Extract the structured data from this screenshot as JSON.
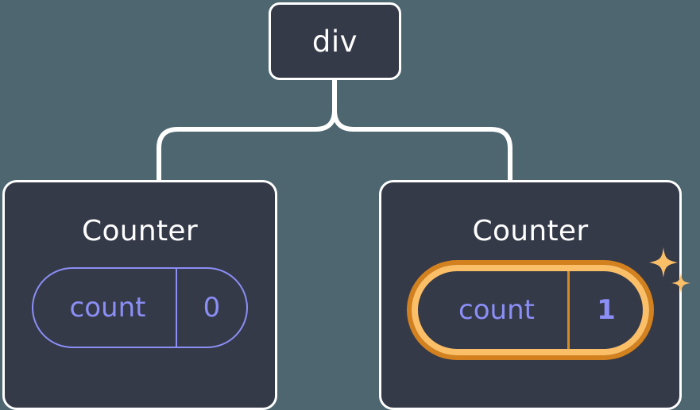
{
  "diagram": {
    "type": "component-tree",
    "title": "React component tree with highlighted state update",
    "background_color": "#4d6670",
    "node_fill_color": "#353a49",
    "node_border_color": "#ffffff",
    "connector_color": "#ffffff",
    "state_color": "#8b8ef5",
    "highlight_outer_color": "#d2811e",
    "highlight_inner_color": "#fbbf68",
    "sparkle_color": "#fbbf68"
  },
  "root": {
    "label": "div"
  },
  "children": [
    {
      "title": "Counter",
      "state": {
        "key": "count",
        "value": "0"
      },
      "highlighted": false
    },
    {
      "title": "Counter",
      "state": {
        "key": "count",
        "value": "1"
      },
      "highlighted": true,
      "sparkle_icons": [
        "sparkle-large-icon",
        "sparkle-small-icon"
      ]
    }
  ]
}
